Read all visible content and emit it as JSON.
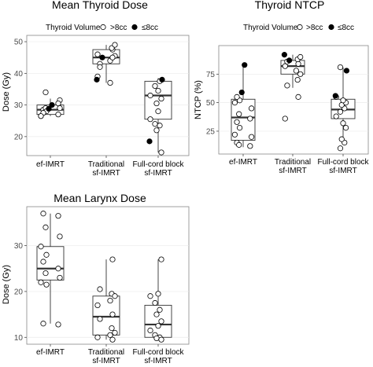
{
  "chart_data": [
    {
      "type": "box",
      "title": "Mean Thyroid Dose",
      "ylabel": "Dose (Gy)",
      "xlabel": "",
      "ylim": [
        14,
        52
      ],
      "yticks": [
        20,
        30,
        40,
        50
      ],
      "legend": {
        "title": "Thyroid Volume",
        "entries": [
          ">8cc",
          "≤8cc"
        ],
        "placement": "top"
      },
      "categories": [
        "ef-IMRT",
        "Traditional\nsf-IMRT",
        "Full-cord block\nsf-IMRT"
      ],
      "boxes": [
        {
          "q1": 27.0,
          "median": 28.5,
          "q3": 30.0,
          "whisker_low": 26.5,
          "whisker_high": 32.0
        },
        {
          "q1": 43.0,
          "median": 45.0,
          "q3": 47.5,
          "whisker_low": 37.0,
          "whisker_high": 49.0
        },
        {
          "q1": 25.5,
          "median": 33.0,
          "q3": 37.5,
          "whisker_low": 15.0,
          "whisker_high": 38.5
        }
      ],
      "series": [
        {
          "name": ">8cc",
          "points": [
            [
              0,
              28.5
            ],
            [
              0,
              27.0
            ],
            [
              0,
              29.0
            ],
            [
              0,
              31.5
            ],
            [
              0,
              26.5
            ],
            [
              0,
              28.0
            ],
            [
              0,
              27.5
            ],
            [
              0,
              30.5
            ],
            [
              0,
              34.0
            ],
            [
              0,
              29.0
            ],
            [
              0,
              26.5
            ],
            [
              1,
              45.5
            ],
            [
              1,
              44.0
            ],
            [
              1,
              46.0
            ],
            [
              1,
              47.5
            ],
            [
              1,
              43.0
            ],
            [
              1,
              48.0
            ],
            [
              1,
              49.0
            ],
            [
              1,
              37.0
            ],
            [
              1,
              39.0
            ],
            [
              1,
              45.0
            ],
            [
              1,
              42.0
            ],
            [
              2,
              34.5
            ],
            [
              2,
              33.0
            ],
            [
              2,
              36.0
            ],
            [
              2,
              37.5
            ],
            [
              2,
              30.5
            ],
            [
              2,
              32.0
            ],
            [
              2,
              28.0
            ],
            [
              2,
              25.5
            ],
            [
              2,
              24.0
            ],
            [
              2,
              23.5
            ],
            [
              2,
              22.0
            ],
            [
              2,
              15.0
            ]
          ]
        },
        {
          "name": "≤8cc",
          "points": [
            [
              0,
              30.0
            ],
            [
              0,
              28.8
            ],
            [
              1,
              38.0
            ],
            [
              1,
              45.0
            ],
            [
              2,
              38.0
            ],
            [
              2,
              18.5
            ]
          ]
        }
      ]
    },
    {
      "type": "box",
      "title": "Thyroid NTCP",
      "ylabel": "NTCP (%)",
      "xlabel": "",
      "ylim": [
        5,
        100
      ],
      "yticks": [
        25,
        50,
        75
      ],
      "legend": {
        "title": "Thyroid Volume",
        "entries": [
          ">8cc",
          "≤8cc"
        ],
        "placement": "top"
      },
      "categories": [
        "ef-IMRT",
        "Traditional\nsf-IMRT",
        "Full-cord block\nsf-IMRT"
      ],
      "boxes": [
        {
          "q1": 17.0,
          "median": 37.0,
          "q3": 53.0,
          "whisker_low": 11.0,
          "whisker_high": 83.0
        },
        {
          "q1": 75.0,
          "median": 82.0,
          "q3": 87.0,
          "whisker_low": 63.0,
          "whisker_high": 92.0
        },
        {
          "q1": 36.0,
          "median": 44.0,
          "q3": 53.0,
          "whisker_low": 18.0,
          "whisker_high": 81.0
        }
      ],
      "series": [
        {
          "name": ">8cc",
          "points": [
            [
              0,
              15.0
            ],
            [
              0,
              12.0
            ],
            [
              0,
              13.0
            ],
            [
              0,
              20.0
            ],
            [
              0,
              22.0
            ],
            [
              0,
              28.0
            ],
            [
              0,
              33.0
            ],
            [
              0,
              36.0
            ],
            [
              0,
              40.0
            ],
            [
              0,
              45.0
            ],
            [
              0,
              50.0
            ],
            [
              0,
              52.0
            ],
            [
              0,
              55.0
            ],
            [
              1,
              36.0
            ],
            [
              1,
              55.0
            ],
            [
              1,
              65.0
            ],
            [
              1,
              70.0
            ],
            [
              1,
              75.0
            ],
            [
              1,
              78.0
            ],
            [
              1,
              82.0
            ],
            [
              1,
              84.0
            ],
            [
              1,
              86.0
            ],
            [
              1,
              88.0
            ],
            [
              1,
              90.0
            ],
            [
              2,
              10.0
            ],
            [
              2,
              15.0
            ],
            [
              2,
              18.0
            ],
            [
              2,
              28.0
            ],
            [
              2,
              32.0
            ],
            [
              2,
              38.0
            ],
            [
              2,
              42.0
            ],
            [
              2,
              45.0
            ],
            [
              2,
              48.0
            ],
            [
              2,
              50.0
            ],
            [
              2,
              52.0
            ],
            [
              2,
              55.0
            ],
            [
              2,
              81.0
            ]
          ]
        },
        {
          "name": "≤8cc",
          "points": [
            [
              0,
              83.0
            ],
            [
              0,
              59.0
            ],
            [
              1,
              92.0
            ],
            [
              1,
              87.0
            ],
            [
              2,
              78.0
            ],
            [
              2,
              56.0
            ]
          ]
        }
      ]
    },
    {
      "type": "box",
      "title": "Mean Larynx Dose",
      "ylabel": "Dose (Gy)",
      "xlabel": "",
      "ylim": [
        8.5,
        38.5
      ],
      "yticks": [
        10,
        20,
        30
      ],
      "categories": [
        "ef-IMRT",
        "Traditional\nsf-IMRT",
        "Full-cord block\nsf-IMRT"
      ],
      "boxes": [
        {
          "q1": 22.5,
          "median": 25.0,
          "q3": 29.8,
          "whisker_low": 13.0,
          "whisker_high": 37.0
        },
        {
          "q1": 10.5,
          "median": 14.5,
          "q3": 19.0,
          "whisker_low": 9.5,
          "whisker_high": 27.0
        },
        {
          "q1": 10.0,
          "median": 12.8,
          "q3": 17.0,
          "whisker_low": 9.5,
          "whisker_high": 27.0
        }
      ],
      "series": [
        {
          "name": ">8cc",
          "points": [
            [
              0,
              37.0
            ],
            [
              0,
              36.5
            ],
            [
              0,
              34.0
            ],
            [
              0,
              32.0
            ],
            [
              0,
              29.8
            ],
            [
              0,
              28.0
            ],
            [
              0,
              26.5
            ],
            [
              0,
              25.0
            ],
            [
              0,
              24.0
            ],
            [
              0,
              23.0
            ],
            [
              0,
              22.0
            ],
            [
              0,
              21.5
            ],
            [
              0,
              13.0
            ],
            [
              0,
              12.8
            ],
            [
              1,
              27.0
            ],
            [
              1,
              20.5
            ],
            [
              1,
              19.5
            ],
            [
              1,
              19.0
            ],
            [
              1,
              18.0
            ],
            [
              1,
              17.0
            ],
            [
              1,
              15.0
            ],
            [
              1,
              14.0
            ],
            [
              1,
              12.0
            ],
            [
              1,
              11.0
            ],
            [
              1,
              10.5
            ],
            [
              1,
              10.0
            ],
            [
              1,
              9.5
            ],
            [
              2,
              27.0
            ],
            [
              2,
              19.5
            ],
            [
              2,
              19.0
            ],
            [
              2,
              17.5
            ],
            [
              2,
              16.0
            ],
            [
              2,
              15.0
            ],
            [
              2,
              13.5
            ],
            [
              2,
              12.5
            ],
            [
              2,
              11.5
            ],
            [
              2,
              10.5
            ],
            [
              2,
              10.0
            ],
            [
              2,
              9.8
            ],
            [
              2,
              9.5
            ]
          ]
        }
      ]
    }
  ]
}
